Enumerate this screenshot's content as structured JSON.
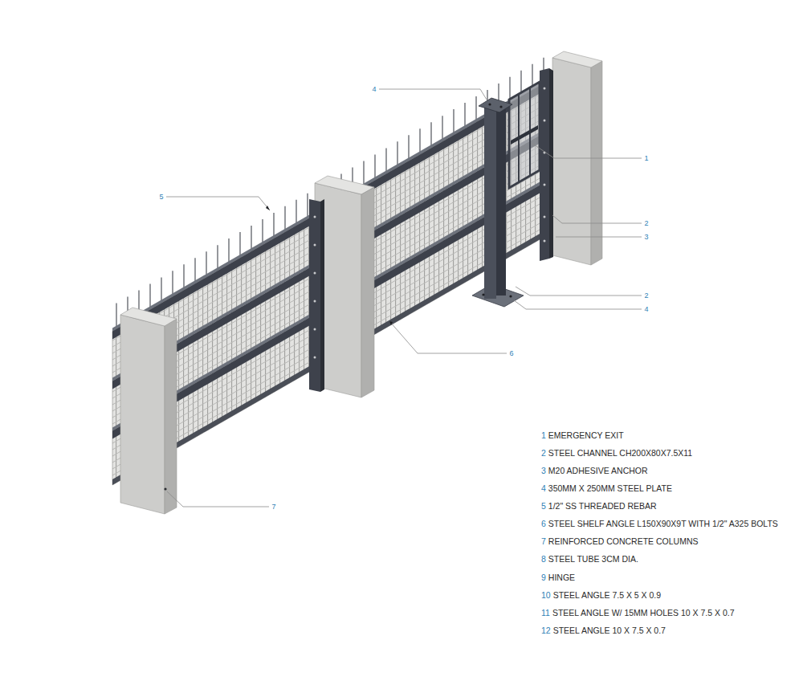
{
  "diagram": {
    "labels": [
      "4",
      "1",
      "5",
      "2",
      "3",
      "2",
      "4",
      "6",
      "7",
      "1",
      "EMERGENCY EXIT",
      "2",
      "STEEL CHANNEL CH200X80X7.5X11",
      "3",
      "M20 ADHESIVE ANCHOR",
      "4",
      "350MM X 250MM STEEL PLATE",
      "5",
      "1/2\" SS THREADED REBAR",
      "6",
      "STEEL SHELF ANGLE L150X90X9T WITH 1/2\" A325 BOLTS",
      "7",
      "REINFORCED CONCRETE COLUMNS",
      "8",
      "STEEL TUBE 3CM DIA.",
      "9",
      "HINGE",
      "10",
      "STEEL ANGLE 7.5 X 5 X 0.9",
      "11",
      "STEEL ANGLE W/ 15MM HOLES 10 X 7.5 X 0.7",
      "12",
      "STEEL ANGLE 10 X 7.5 X 0.7"
    ]
  }
}
